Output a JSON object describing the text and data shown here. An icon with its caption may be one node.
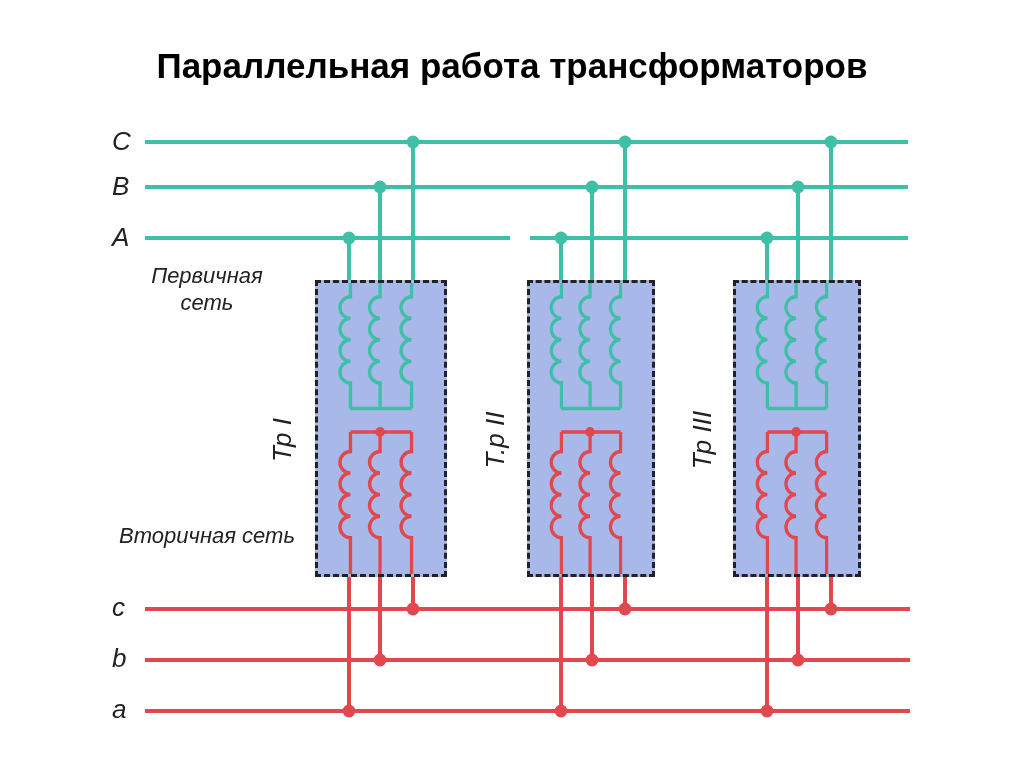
{
  "diagram": {
    "title": "Параллельная работа трансформаторов",
    "nodes": [
      {
        "text": [],
        "shape": "bar",
        "beside": [
          "C"
        ]
      },
      {
        "text": [],
        "shape": "bar",
        "beside": [
          "B"
        ]
      },
      {
        "text": [],
        "shape": "bar",
        "beside": [
          "A"
        ]
      },
      {
        "text": [],
        "shape": "bar"
      },
      {
        "text": [],
        "shape": "box",
        "beside": [
          "Тр I"
        ]
      },
      {
        "text": [],
        "shape": "box",
        "beside": [
          "Т.р II"
        ]
      },
      {
        "text": [],
        "shape": "box",
        "beside": [
          "Тр III"
        ]
      },
      {
        "text": [],
        "shape": "bar",
        "beside": [
          "c"
        ]
      },
      {
        "text": [],
        "shape": "bar",
        "beside": [
          "b"
        ]
      },
      {
        "text": [],
        "shape": "bar",
        "beside": [
          "a"
        ]
      }
    ],
    "edges": [
      {
        "from": 2,
        "to": 4,
        "arrow": "other"
      },
      {
        "from": 1,
        "to": 4,
        "arrow": "other"
      },
      {
        "from": 0,
        "to": 4,
        "arrow": "other"
      },
      {
        "from": 3,
        "to": 5,
        "arrow": "other"
      },
      {
        "from": 1,
        "to": 5,
        "arrow": "other"
      },
      {
        "from": 0,
        "to": 5,
        "arrow": "other"
      },
      {
        "from": 3,
        "to": 6,
        "arrow": "other"
      },
      {
        "from": 1,
        "to": 6,
        "arrow": "other"
      },
      {
        "from": 0,
        "to": 6,
        "arrow": "other"
      },
      {
        "from": 4,
        "to": 9,
        "arrow": "other",
        "color": "#e0474f"
      },
      {
        "from": 4,
        "to": 8,
        "arrow": "other",
        "color": "#e0474f"
      },
      {
        "from": 4,
        "to": 7,
        "arrow": "other",
        "color": "#e0474f"
      },
      {
        "from": 5,
        "to": 9,
        "arrow": "other",
        "color": "#e0474f"
      },
      {
        "from": 5,
        "to": 8,
        "arrow": "other",
        "color": "#e0474f"
      },
      {
        "from": 5,
        "to": 7,
        "arrow": "other",
        "color": "#e0474f"
      },
      {
        "from": 6,
        "to": 9,
        "arrow": "other",
        "color": "#e0474f"
      },
      {
        "from": 6,
        "to": 8,
        "arrow": "other",
        "color": "#e0474f"
      },
      {
        "from": 6,
        "to": 7,
        "arrow": "other",
        "color": "#e0474f"
      }
    ],
    "labels": [
      "Первичная сеть",
      "Вторичная сеть"
    ]
  }
}
